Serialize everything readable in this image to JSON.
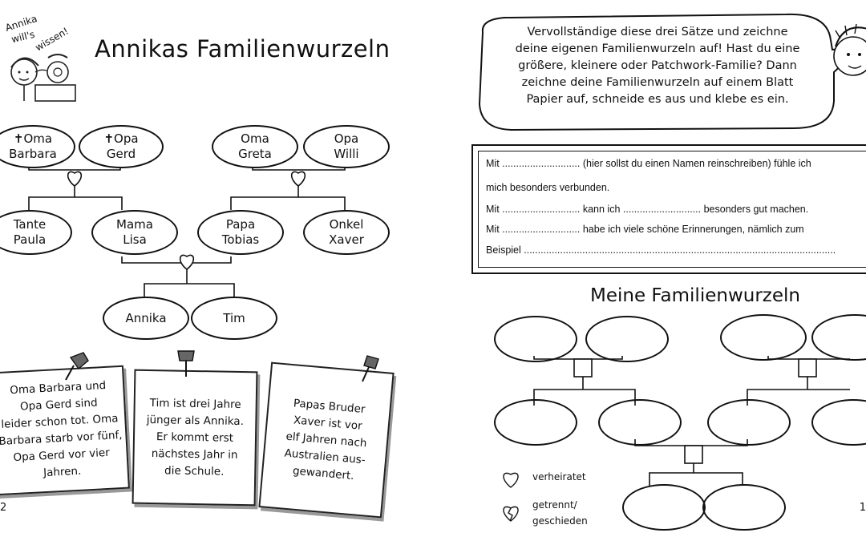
{
  "left_page": {
    "badge": {
      "line1": "Annika",
      "line2": "will's",
      "line3": "wissen!"
    },
    "title": "Annikas Familienwurzeln",
    "tree": {
      "grandparents_left": [
        {
          "line1": "✝Oma",
          "line2": "Barbara"
        },
        {
          "line1": "✝Opa",
          "line2": "Gerd"
        }
      ],
      "grandparents_right": [
        {
          "line1": "Oma",
          "line2": "Greta"
        },
        {
          "line1": "Opa",
          "line2": "Willi"
        }
      ],
      "parents_row": [
        {
          "line1": "Tante",
          "line2": "Paula"
        },
        {
          "line1": "Mama",
          "line2": "Lisa"
        },
        {
          "line1": "Papa",
          "line2": "Tobias"
        },
        {
          "line1": "Onkel",
          "line2": "Xaver"
        }
      ],
      "children": [
        {
          "label": "Annika"
        },
        {
          "label": "Tim"
        }
      ]
    },
    "notes": [
      {
        "lines": [
          "Oma Barbara und",
          "Opa Gerd sind",
          "leider schon tot. Oma",
          "Barbara starb vor fünf,",
          "Opa Gerd vor vier Jahren."
        ]
      },
      {
        "lines": [
          "Tim ist drei Jahre",
          "jünger als Annika.",
          "Er kommt erst",
          "nächstes Jahr in",
          "die Schule."
        ]
      },
      {
        "lines": [
          "Papas Bruder",
          "Xaver ist vor",
          "elf Jahren nach",
          "Australien aus-",
          "gewandert."
        ]
      }
    ],
    "page_number": "2"
  },
  "right_page": {
    "speech_bubble": [
      "Vervollständige diese drei Sätze und zeichne",
      "deine eigenen Familienwurzeln auf! Hast du eine",
      "größere, kleinere oder Patchwork-Familie? Dann",
      "zeichne deine Familienwurzeln auf einem Blatt",
      "Papier auf, schneide es aus und klebe es ein."
    ],
    "form_lines": [
      "Mit ............................ (hier sollst du einen Namen reinschreiben) fühle ich",
      "mich besonders verbunden.",
      "Mit ............................ kann ich ............................ besonders gut machen.",
      "Mit ............................ habe ich viele schöne Erinnerungen, nämlich zum",
      "Beispiel ................................................................................................................"
    ],
    "subtitle": "Meine Familienwurzeln",
    "legend": [
      {
        "icon": "heart-icon",
        "label": "verheiratet"
      },
      {
        "icon": "broken-heart-icon",
        "lines": [
          "getrennt/",
          "geschieden"
        ]
      }
    ],
    "page_number": "1"
  }
}
